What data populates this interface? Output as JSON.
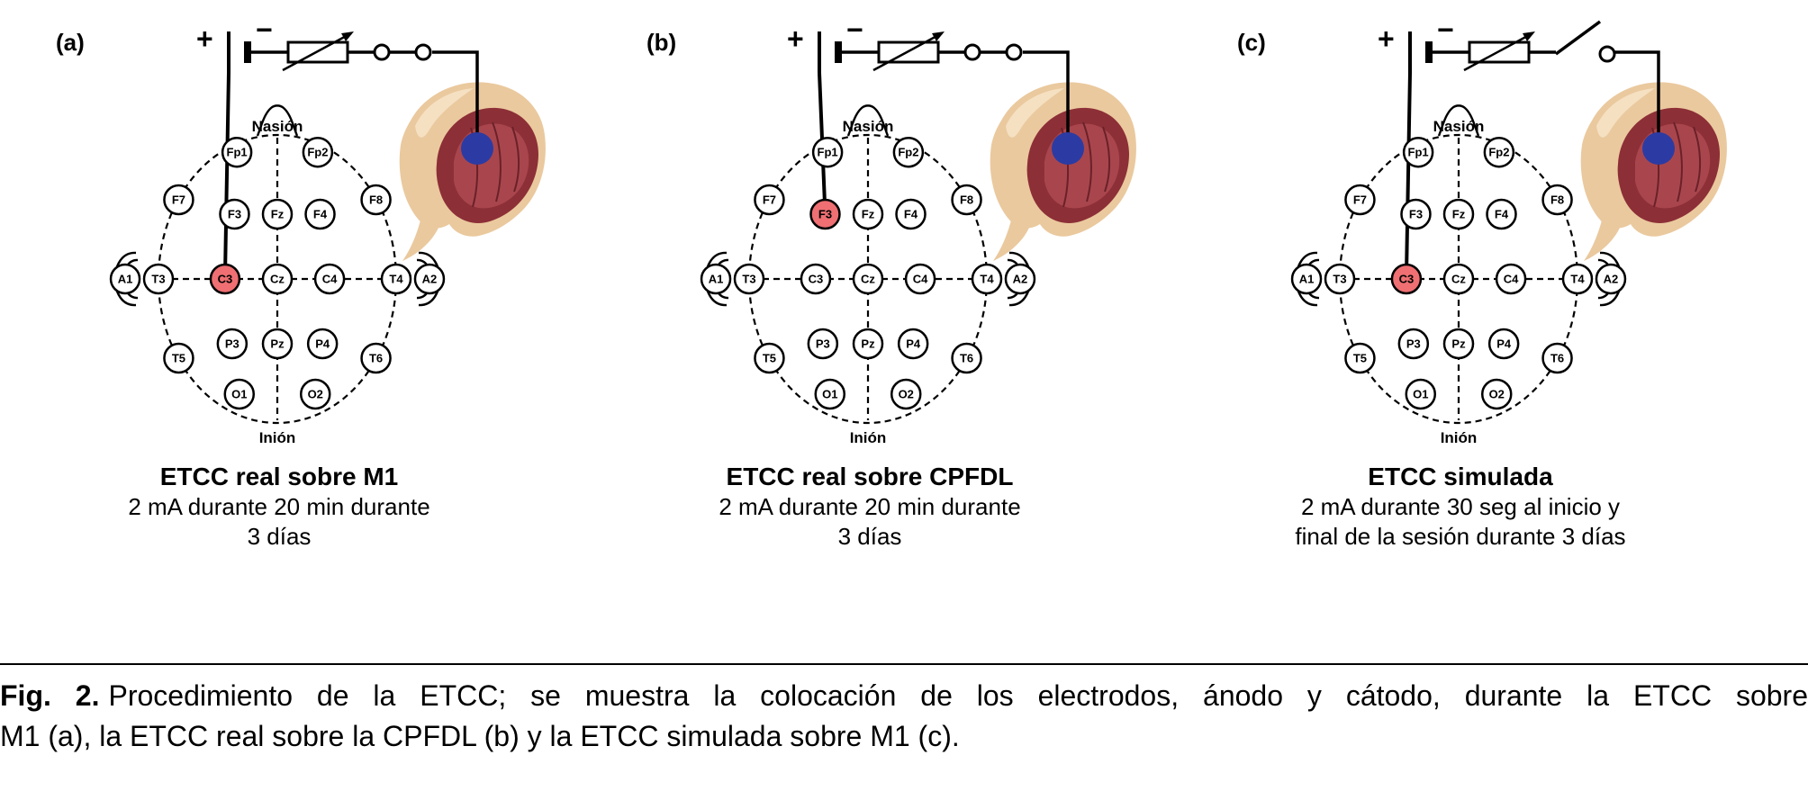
{
  "panels": [
    {
      "label": "(a)",
      "anode": "C3",
      "switch_state": "closed",
      "title": "ETCC real sobre M1",
      "detail_line1": "2 mA durante 20 min durante",
      "detail_line2": "3 días"
    },
    {
      "label": "(b)",
      "anode": "F3",
      "switch_state": "closed",
      "title": "ETCC real sobre CPFDL",
      "detail_line1": "2 mA durante 20 min durante",
      "detail_line2": "3 días"
    },
    {
      "label": "(c)",
      "anode": "C3",
      "switch_state": "open",
      "title": "ETCC simulada",
      "detail_line1": "2 mA durante 30 seg al inicio y",
      "detail_line2": "final de la sesión durante 3 días"
    }
  ],
  "head": {
    "top_label": "Nasión",
    "bottom_label": "Inión",
    "electrodes": [
      "Fp1",
      "Fp2",
      "F7",
      "F3",
      "Fz",
      "F4",
      "F8",
      "A1",
      "T3",
      "C3",
      "Cz",
      "C4",
      "T4",
      "A2",
      "T5",
      "P3",
      "Pz",
      "P4",
      "T6",
      "O1",
      "O2"
    ]
  },
  "circuit": {
    "plus_label": "+",
    "minus_label": "−"
  },
  "colors": {
    "anode": "#ef6f72",
    "cathode": "#2b3ba3",
    "skin": "#eac99e",
    "skin_light": "#f5e0c2",
    "muscle_dark": "#8d2f37",
    "muscle_mid": "#a9464d",
    "muscle_line": "#6b2129"
  },
  "figure_caption": {
    "tag": "Fig. 2.",
    "line1": "Procedimiento de la ETCC; se muestra la colocación de los electrodos, ánodo y cátodo, durante la ETCC sobre",
    "line2": "M1 (a), la ETCC real sobre la CPFDL (b) y la ETCC simulada sobre M1 (c)."
  }
}
